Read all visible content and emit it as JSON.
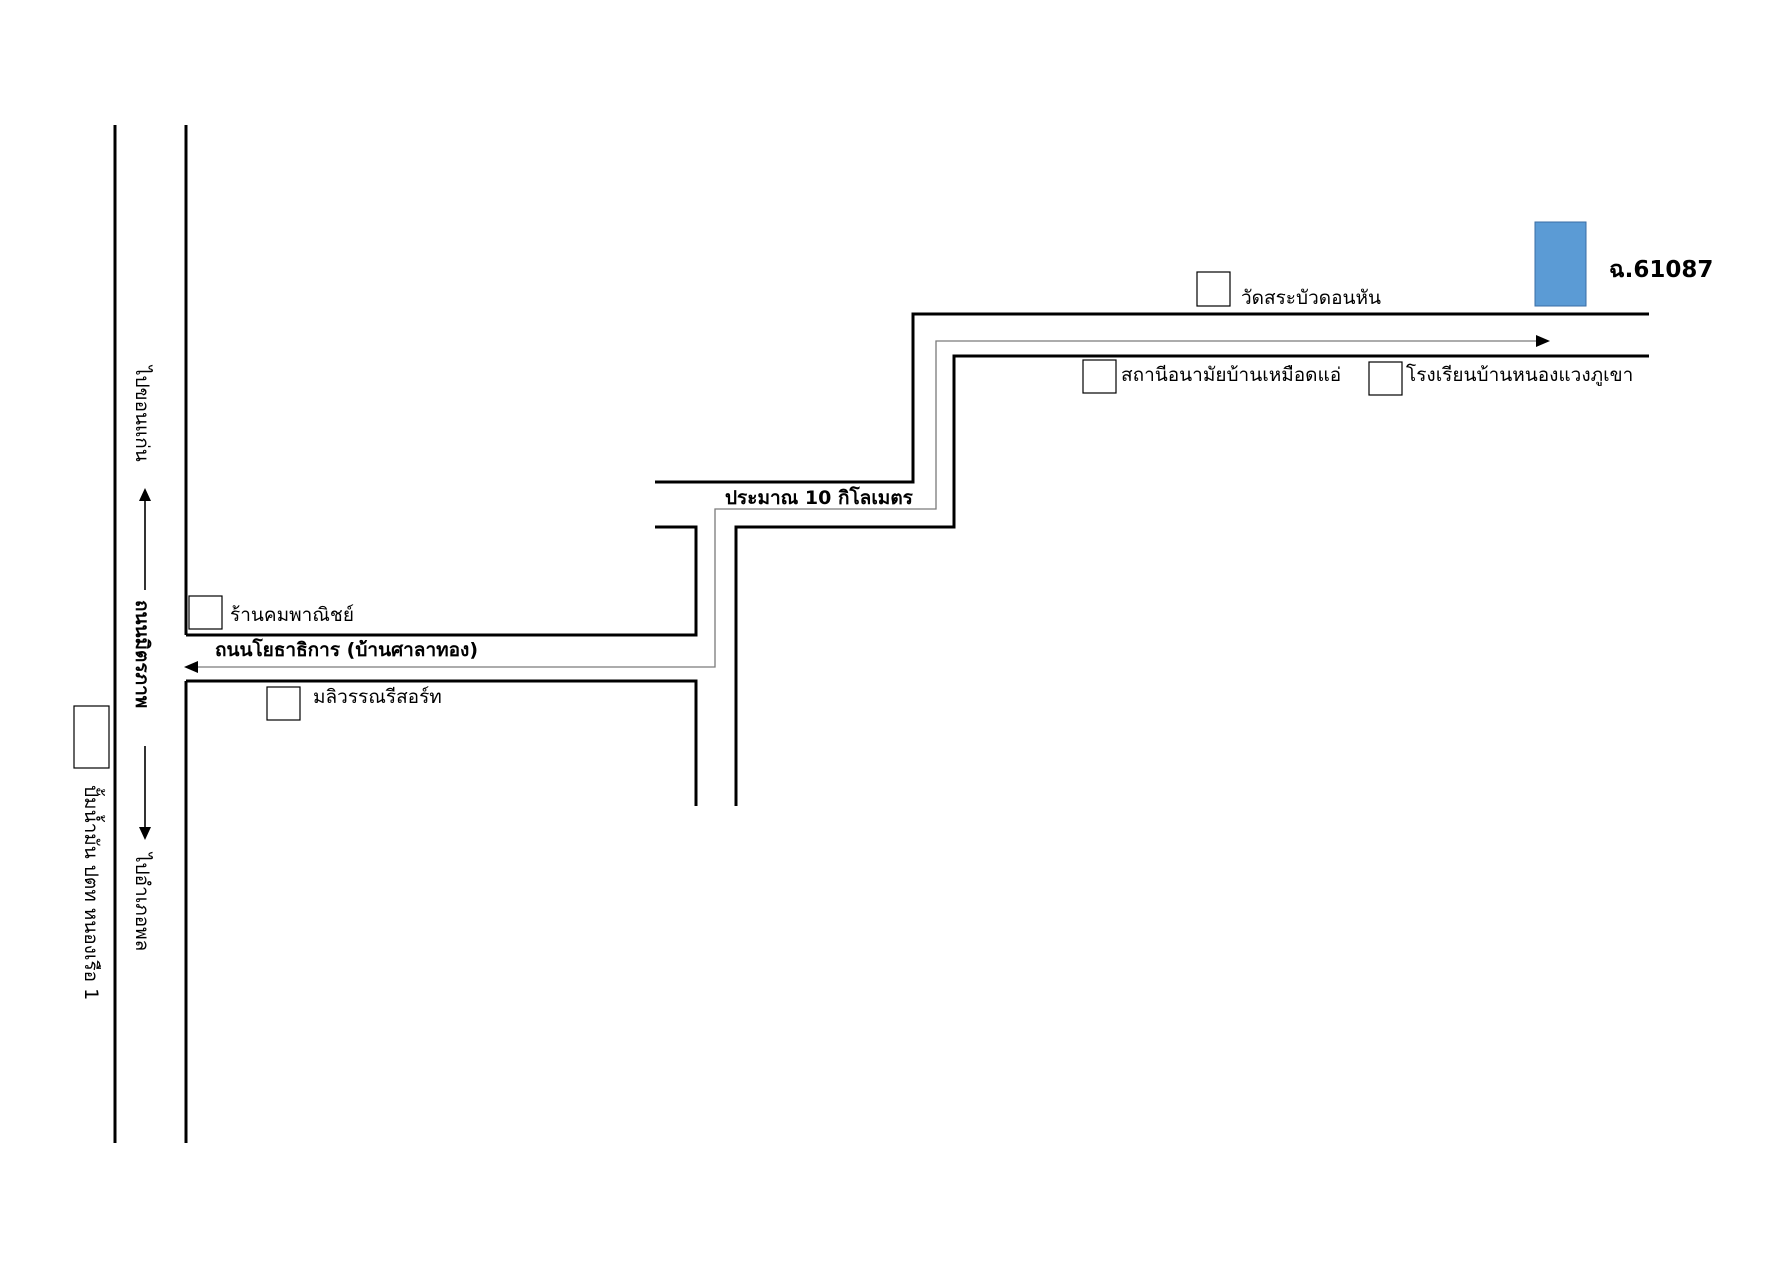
{
  "colors": {
    "road": "#000000",
    "route": "#7a7a7a",
    "target": "#5b9bd5"
  },
  "target": {
    "code": "ฉ.61087"
  },
  "roads": {
    "main": "ถนนมิตรภาพ",
    "khon_kaen": "ไปขอนแก่น",
    "phon": "ไปอำเภอพล",
    "yothathikan": "ถนนโยธาธิการ (บ้านศาลาทอง)",
    "distance": "ประมาณ 10 กิโลเมตร"
  },
  "landmarks": {
    "gas_station": "ปั้มน้ำมัน ปตท หนองเรือ 1",
    "shop": "ร้านคมพาณิชย์",
    "resort": "มลิวรรณรีสอร์ท",
    "temple": "วัดสระบัวดอนหัน",
    "health_station": "สถานีอนามัยบ้านเหมือดแอ่",
    "school": "โรงเรียนบ้านหนองแวงภูเขา"
  }
}
